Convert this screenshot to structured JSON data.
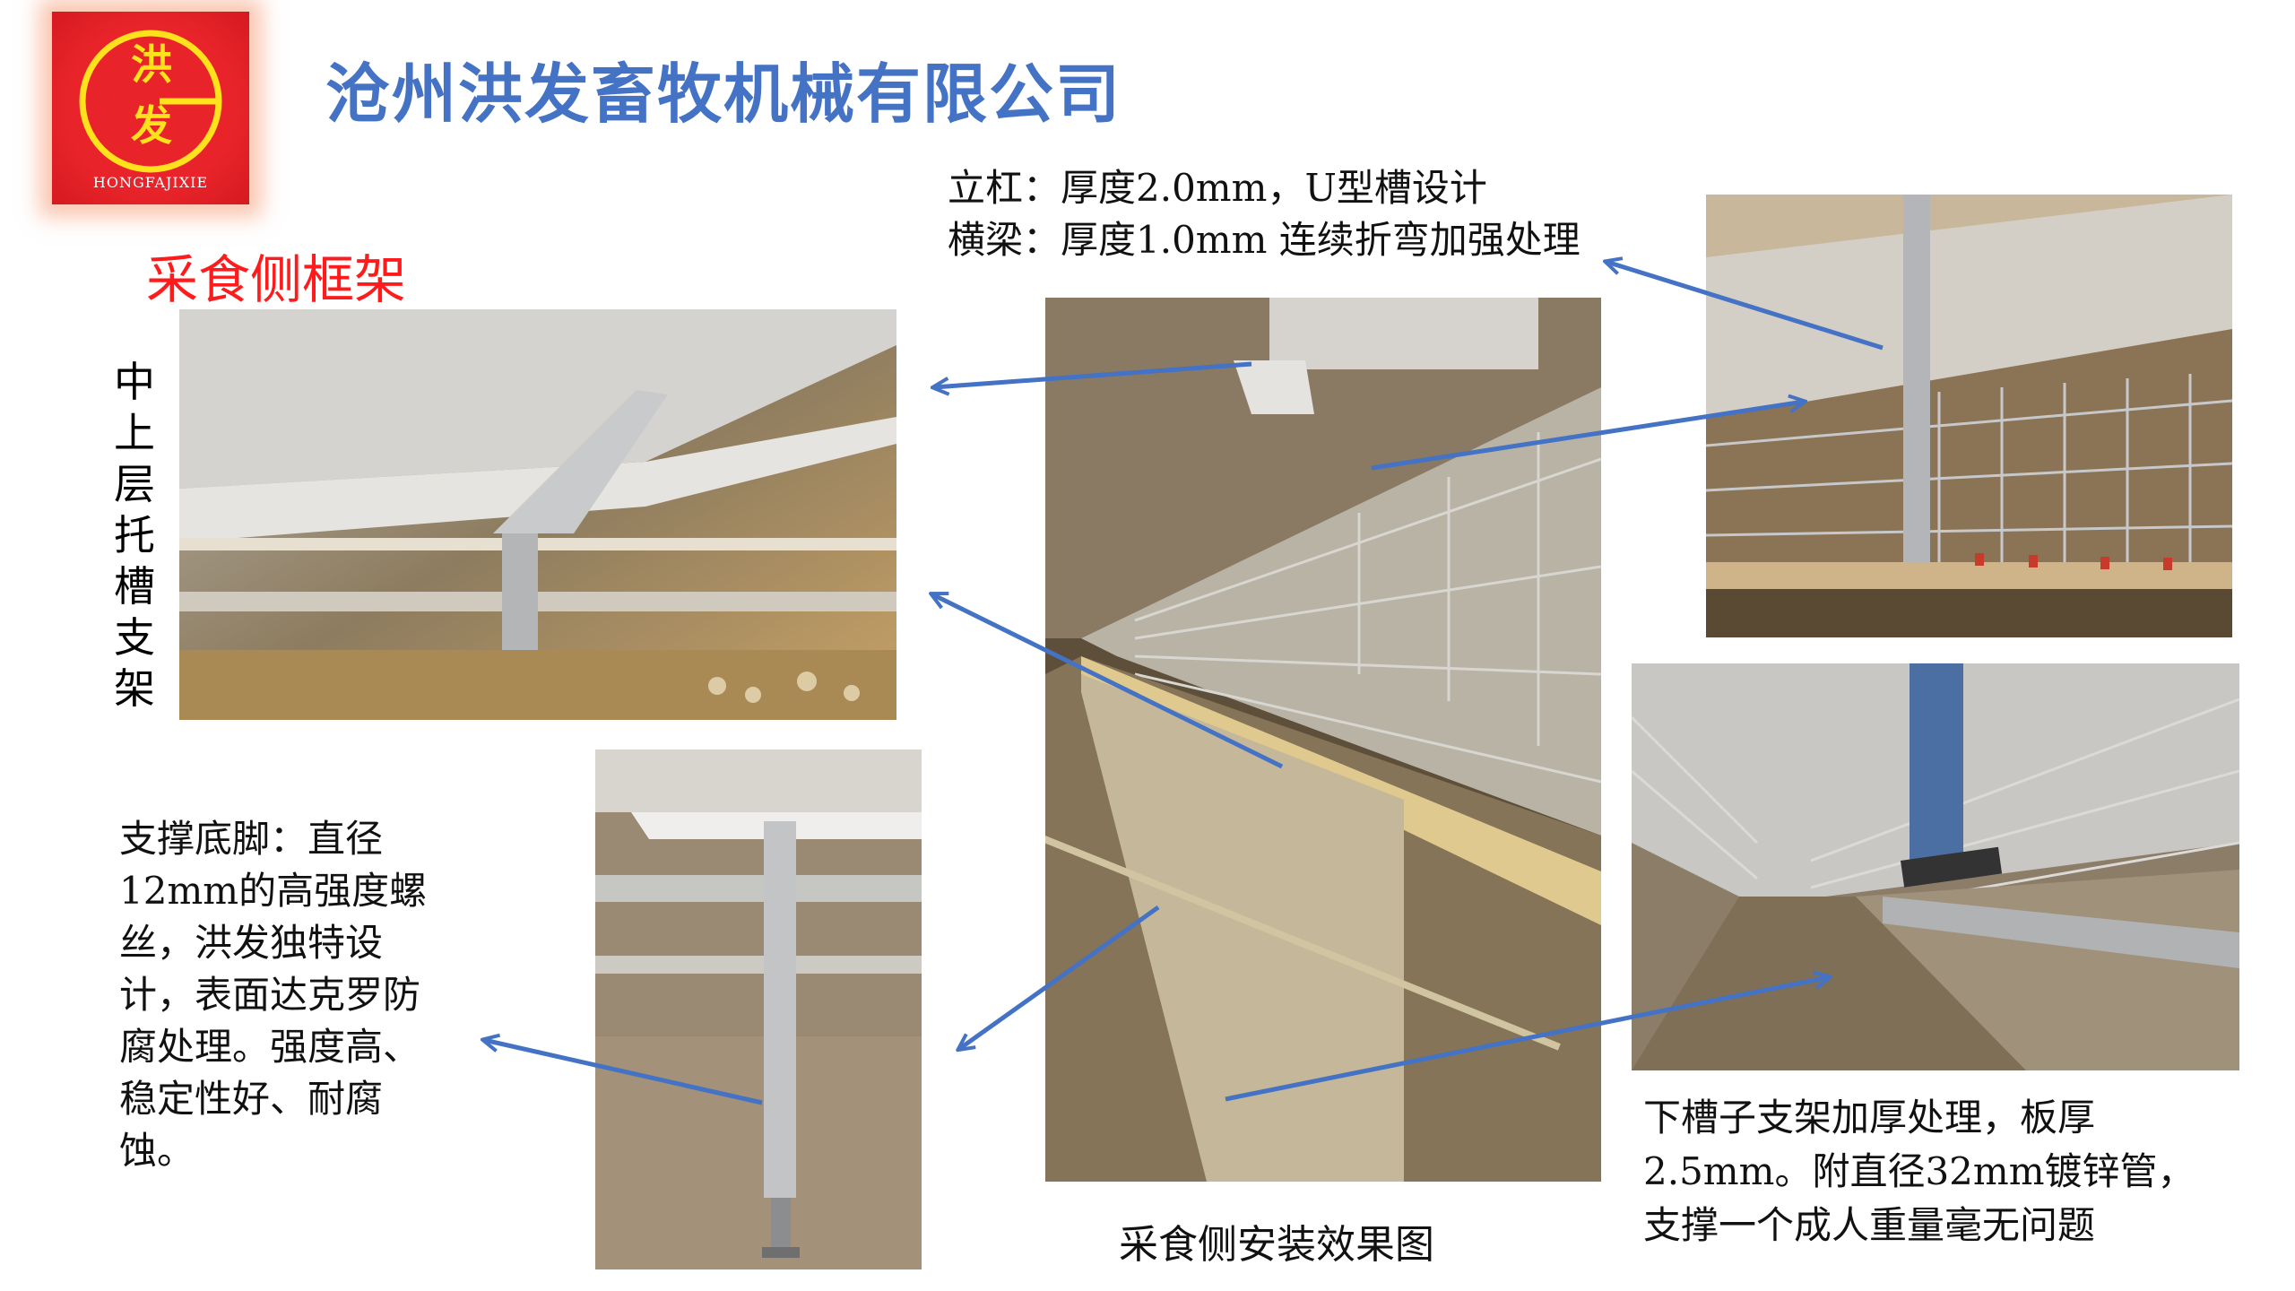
{
  "logo": {
    "char_top": "洪",
    "char_bottom": "发",
    "text": "HONGFAJIXIE",
    "colors": {
      "background": "#e8242a",
      "ring": "#ffe11c",
      "text": "#ffffff"
    }
  },
  "header": {
    "company_name": "沧州洪发畜牧机械有限公司",
    "color": "#4472c4"
  },
  "section": {
    "title": "采食侧框架",
    "color": "#ff1b1b"
  },
  "vertical_label": "中上层托槽支架",
  "notes": {
    "top": "立杠：厚度2.0mm，U型槽设计\n横梁：厚度1.0mm 连续折弯加强处理",
    "left": "支撑底脚：直径12mm的高强度螺丝，洪发独特设计，表面达克罗防腐处理。强度高、稳定性好、耐腐蚀。",
    "right": "下槽子支架加厚处理，板厚\n2.5mm。附直径32mm镀锌管，\n支撑一个成人重量毫无问题"
  },
  "caption": "采食侧安装效果图",
  "arrow_color": "#4472c4"
}
